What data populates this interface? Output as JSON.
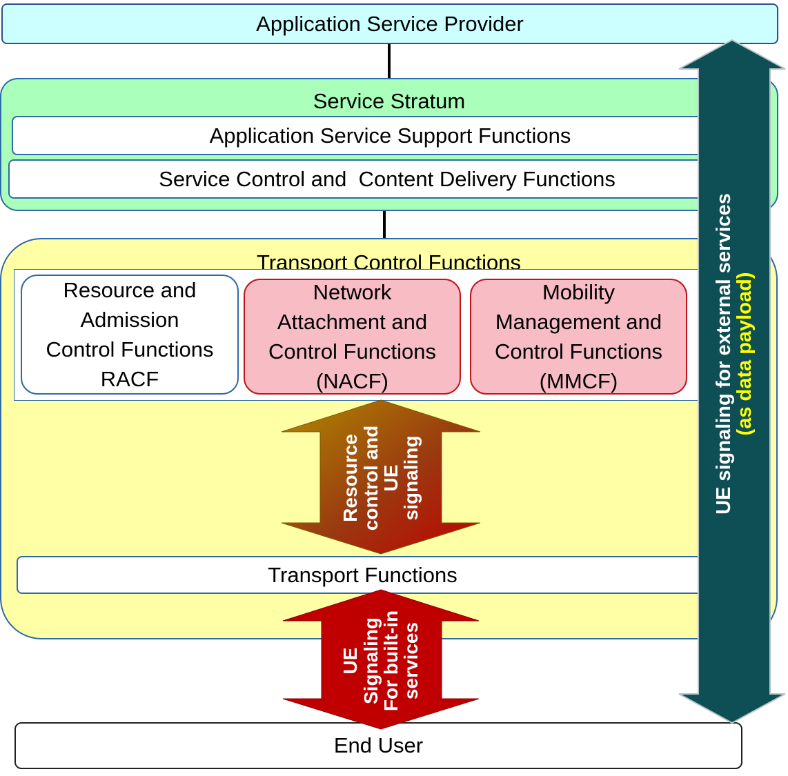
{
  "application_service_provider": "Application Service Provider",
  "service_stratum": {
    "title": "Service Stratum",
    "application_service_support": "Application Service Support Functions",
    "service_control_content_delivery": "Service Control and  Content Delivery Functions"
  },
  "transport_control": {
    "title": "Transport Control Functions",
    "racf": "Resource and\nAdmission\nControl Functions\nRACF",
    "nacf": "Network\nAttachment and\nControl Functions\n(NACF)",
    "mmcf": "Mobility\nManagement and\nControl Functions\n(MMCF)"
  },
  "transport_functions": "Transport Functions",
  "end_user": "End User",
  "arrows": {
    "resource_control": [
      "Resource",
      "control and",
      "UE",
      "signaling"
    ],
    "built_in": [
      "UE",
      "Signaling",
      "For built-in",
      "services"
    ],
    "external_line1": "UE signaling for external services",
    "external_line2": "(as data payload)"
  },
  "colors": {
    "asp_fill": "#ccffff",
    "stratum_fill": "#aaffbb",
    "transport_fill": "#ffffa6",
    "pink_fill": "#f8bcc5",
    "teal_arrow": "#0d4f55",
    "red_arrow": "#c00000",
    "yellow_text": "#ffff00"
  }
}
